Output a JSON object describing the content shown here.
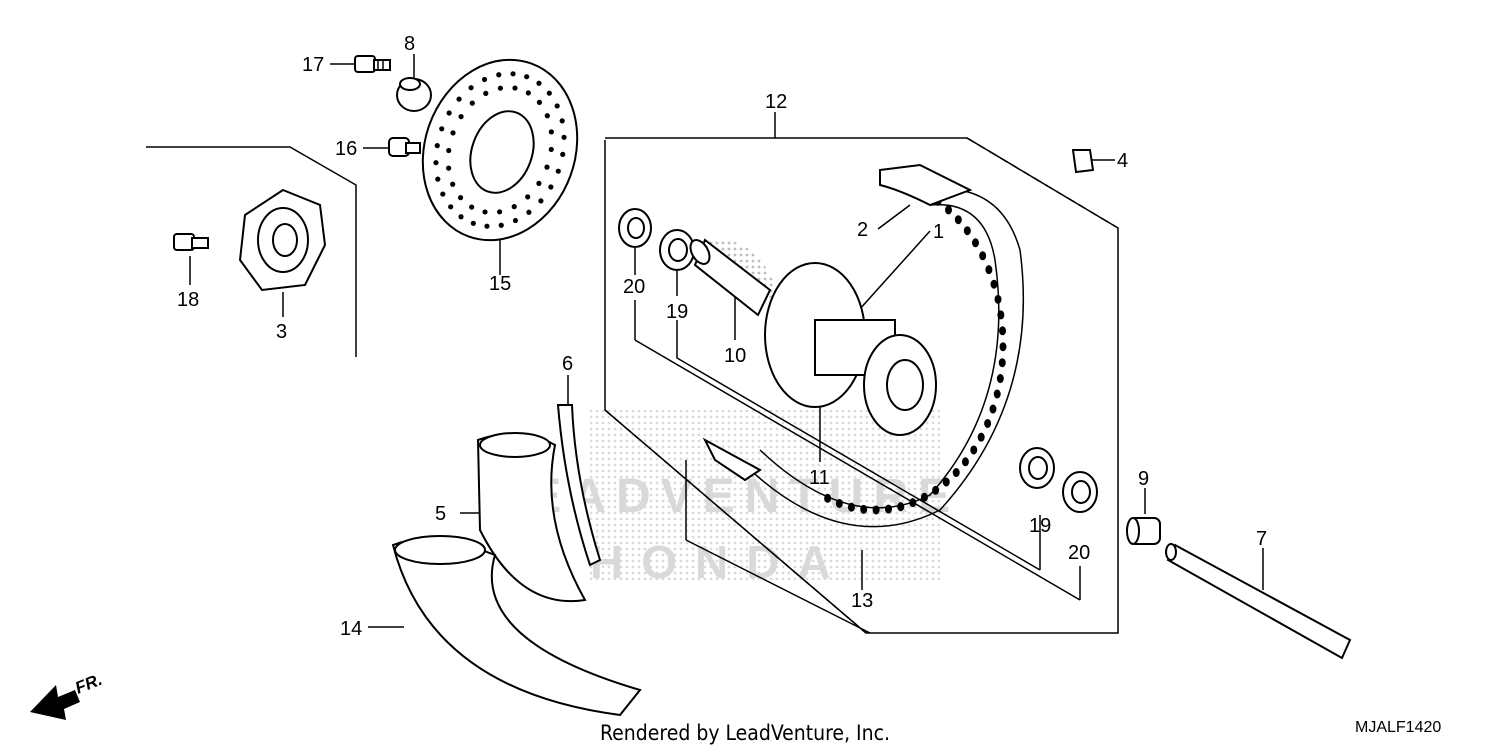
{
  "callouts": {
    "c1": "1",
    "c2": "2",
    "c3": "3",
    "c4": "4",
    "c5": "5",
    "c6": "6",
    "c7": "7",
    "c8": "8",
    "c9": "9",
    "c10": "10",
    "c11": "11",
    "c12": "12",
    "c13": "13",
    "c14": "14",
    "c15": "15",
    "c16": "16",
    "c17": "17",
    "c18": "18",
    "c19a": "19",
    "c19b": "19",
    "c20a": "20",
    "c20b": "20"
  },
  "direction_label": "FR.",
  "credit": "Rendered by LeadVenture, Inc.",
  "diagram_code": "MJALF1420",
  "watermark": {
    "brand": "LEADVENTURE",
    "logo_text": "HONDA"
  }
}
